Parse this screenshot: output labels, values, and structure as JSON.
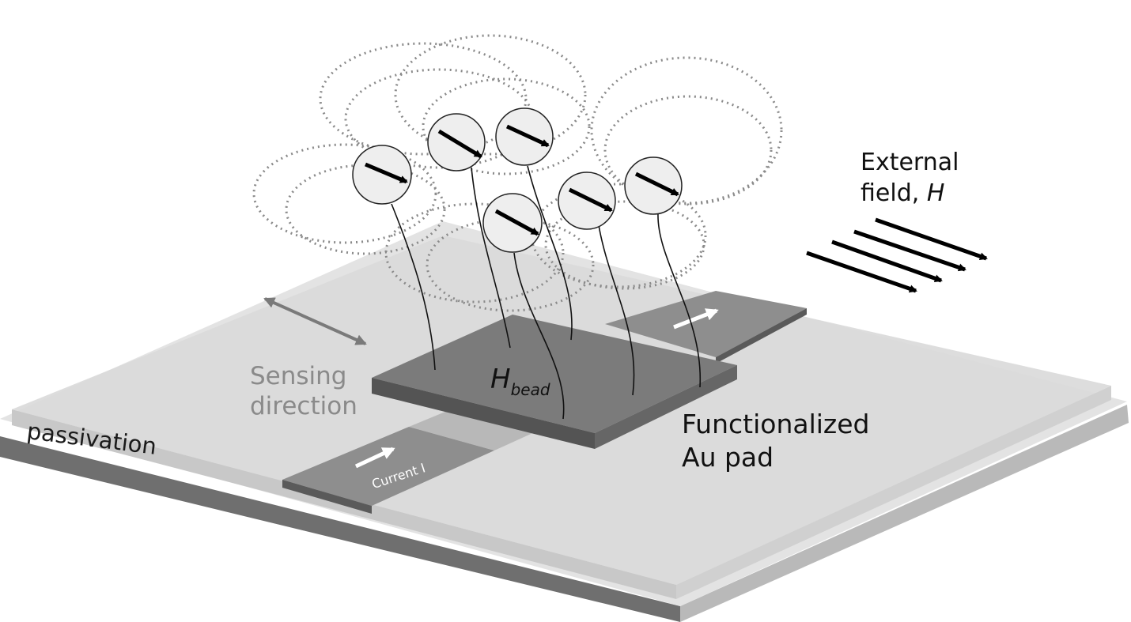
{
  "labels": {
    "sensing_line1": "Sensing",
    "sensing_line2": "direction",
    "passivation": "passivation",
    "current": "Current I",
    "h_bead_main": "H",
    "h_bead_sub": "bead",
    "pad_line1": "Functionalized",
    "pad_line2": "Au pad",
    "external_line1": "External",
    "external_line2_prefix": "field, ",
    "external_line2_symbol": "H"
  },
  "bead_count": 6,
  "external_field_arrow_count": 4,
  "colors": {
    "substrate_top": "#e3e3e3",
    "substrate_side": "#6f6f6f",
    "passivation_layer": "#d2d2d2",
    "sensor_strip": "#8e8e8e",
    "au_pad_top": "#7b7b7b",
    "au_pad_side": "#545454",
    "bead_fill": "#eeeeee",
    "field_lines": "#8a8a8a",
    "sensing_arrow": "#7a7a7a",
    "arrows": "#000000"
  }
}
